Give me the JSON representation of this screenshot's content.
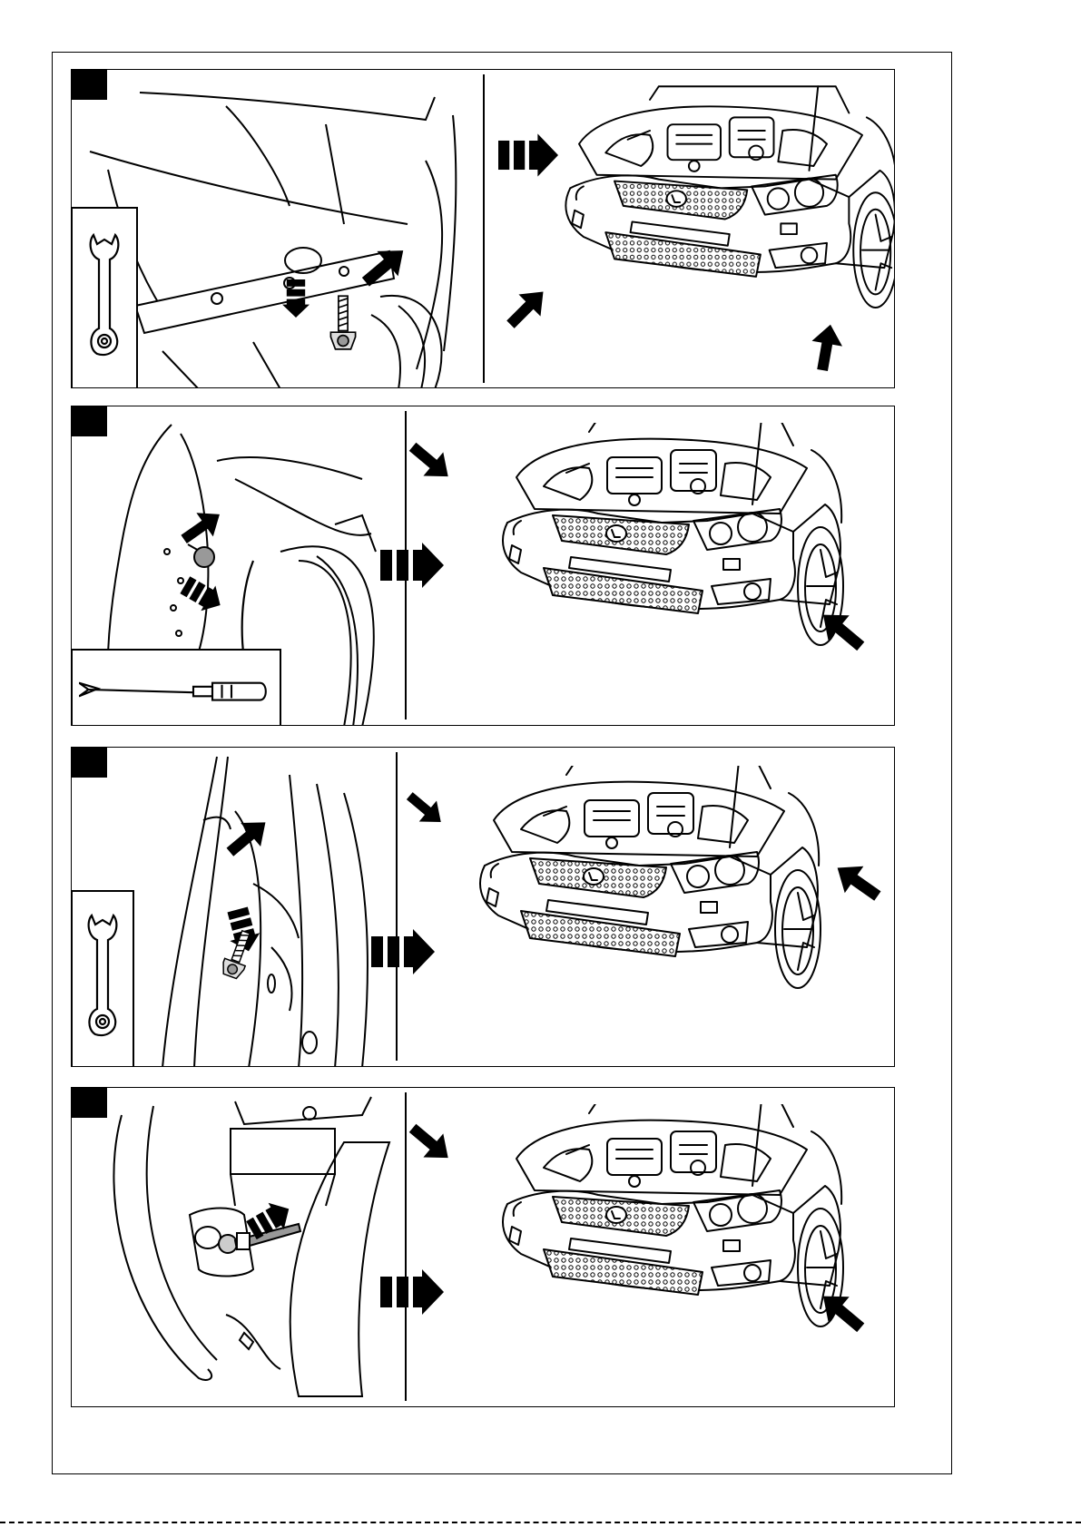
{
  "document": {
    "type": "installation-instructions",
    "colors": {
      "ink": "#000000",
      "paper": "#ffffff",
      "highlight": "#777777"
    }
  },
  "steps": [
    {
      "step_marker": "",
      "tool_shown": "wrench-icon",
      "fastener_shown": "hex-bolt-icon",
      "parts": [
        "bolt-detail-panel",
        "progress-arrow",
        "car-front-overview"
      ]
    },
    {
      "step_marker": "",
      "tool_shown": "trim-removal-tool-icon",
      "fastener_shown": "push-clip-icon",
      "parts": [
        "clip-detail-panel",
        "progress-arrow",
        "car-front-overview"
      ]
    },
    {
      "step_marker": "",
      "tool_shown": "wrench-icon",
      "fastener_shown": "hex-bolt-icon",
      "parts": [
        "bolt-detail-panel",
        "progress-arrow",
        "car-front-overview"
      ]
    },
    {
      "step_marker": "",
      "tool_shown": "",
      "fastener_shown": "connector-icon",
      "parts": [
        "connector-detail-panel",
        "progress-arrow",
        "car-front-overview"
      ]
    }
  ]
}
